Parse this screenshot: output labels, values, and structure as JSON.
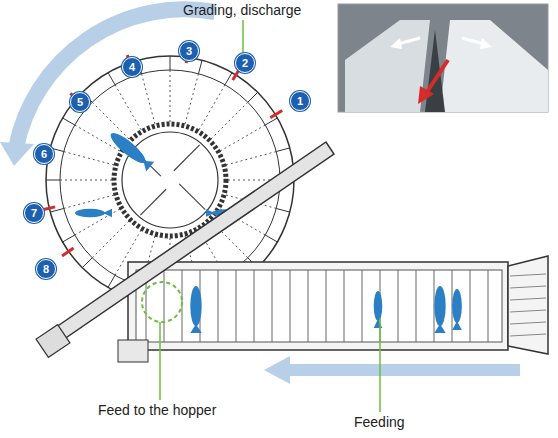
{
  "diagram": {
    "labels": [
      "Grading, discharge",
      "1",
      "2",
      "3",
      "4",
      "5",
      "6",
      "7",
      "8",
      "Feed to the hopper",
      "Feeding"
    ]
  }
}
